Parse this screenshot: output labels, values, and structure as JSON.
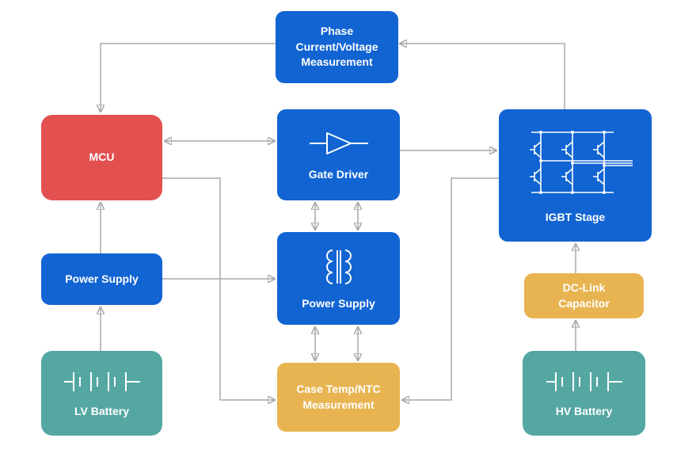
{
  "colors": {
    "block_blue": "#1164d2",
    "block_red": "#e25150",
    "block_teal": "#55a7a2",
    "block_yellow": "#e8b451",
    "connector_gray": "#a8a8a8",
    "label_text": "#ffffff",
    "background": "#ffffff"
  },
  "blocks": {
    "phase_measurement": {
      "lines": [
        "Phase",
        "Current/Voltage",
        "Measurement"
      ]
    },
    "mcu": {
      "label": "MCU"
    },
    "gate_driver": {
      "label": "Gate Driver",
      "icon": "amplifier-icon"
    },
    "igbt_stage": {
      "label": "IGBT Stage",
      "icon": "igbt-bridge-icon"
    },
    "power_supply_lv": {
      "label": "Power Supply"
    },
    "power_supply_center": {
      "label": "Power Supply",
      "icon": "transformer-icon"
    },
    "dc_link_capacitor": {
      "lines": [
        "DC-Link",
        "Capacitor"
      ]
    },
    "case_temp_ntc": {
      "lines": [
        "Case Temp/NTC",
        "Measurement"
      ]
    },
    "lv_battery": {
      "label": "LV Battery",
      "icon": "battery-icon"
    },
    "hv_battery": {
      "label": "HV Battery",
      "icon": "battery-icon"
    }
  },
  "connections": [
    {
      "from": "igbt_stage",
      "to": "phase_measurement",
      "type": "one-way"
    },
    {
      "from": "phase_measurement",
      "to": "mcu",
      "type": "one-way"
    },
    {
      "from": "mcu",
      "to": "gate_driver",
      "type": "two-way"
    },
    {
      "from": "gate_driver",
      "to": "igbt_stage",
      "type": "one-way"
    },
    {
      "from": "power_supply_lv",
      "to": "mcu",
      "type": "one-way"
    },
    {
      "from": "lv_battery",
      "to": "power_supply_lv",
      "type": "one-way"
    },
    {
      "from": "power_supply_lv",
      "to": "power_supply_center",
      "type": "one-way"
    },
    {
      "from": "power_supply_center",
      "to": "gate_driver",
      "type": "two-way",
      "count": 2
    },
    {
      "from": "power_supply_center",
      "to": "case_temp_ntc",
      "type": "two-way",
      "count": 2
    },
    {
      "from": "hv_battery",
      "to": "dc_link_capacitor",
      "type": "one-way"
    },
    {
      "from": "dc_link_capacitor",
      "to": "igbt_stage",
      "type": "one-way"
    },
    {
      "from": "igbt_stage",
      "to": "case_temp_ntc",
      "type": "one-way"
    },
    {
      "from": "mcu",
      "to": "case_temp_ntc",
      "type": "one-way"
    }
  ]
}
